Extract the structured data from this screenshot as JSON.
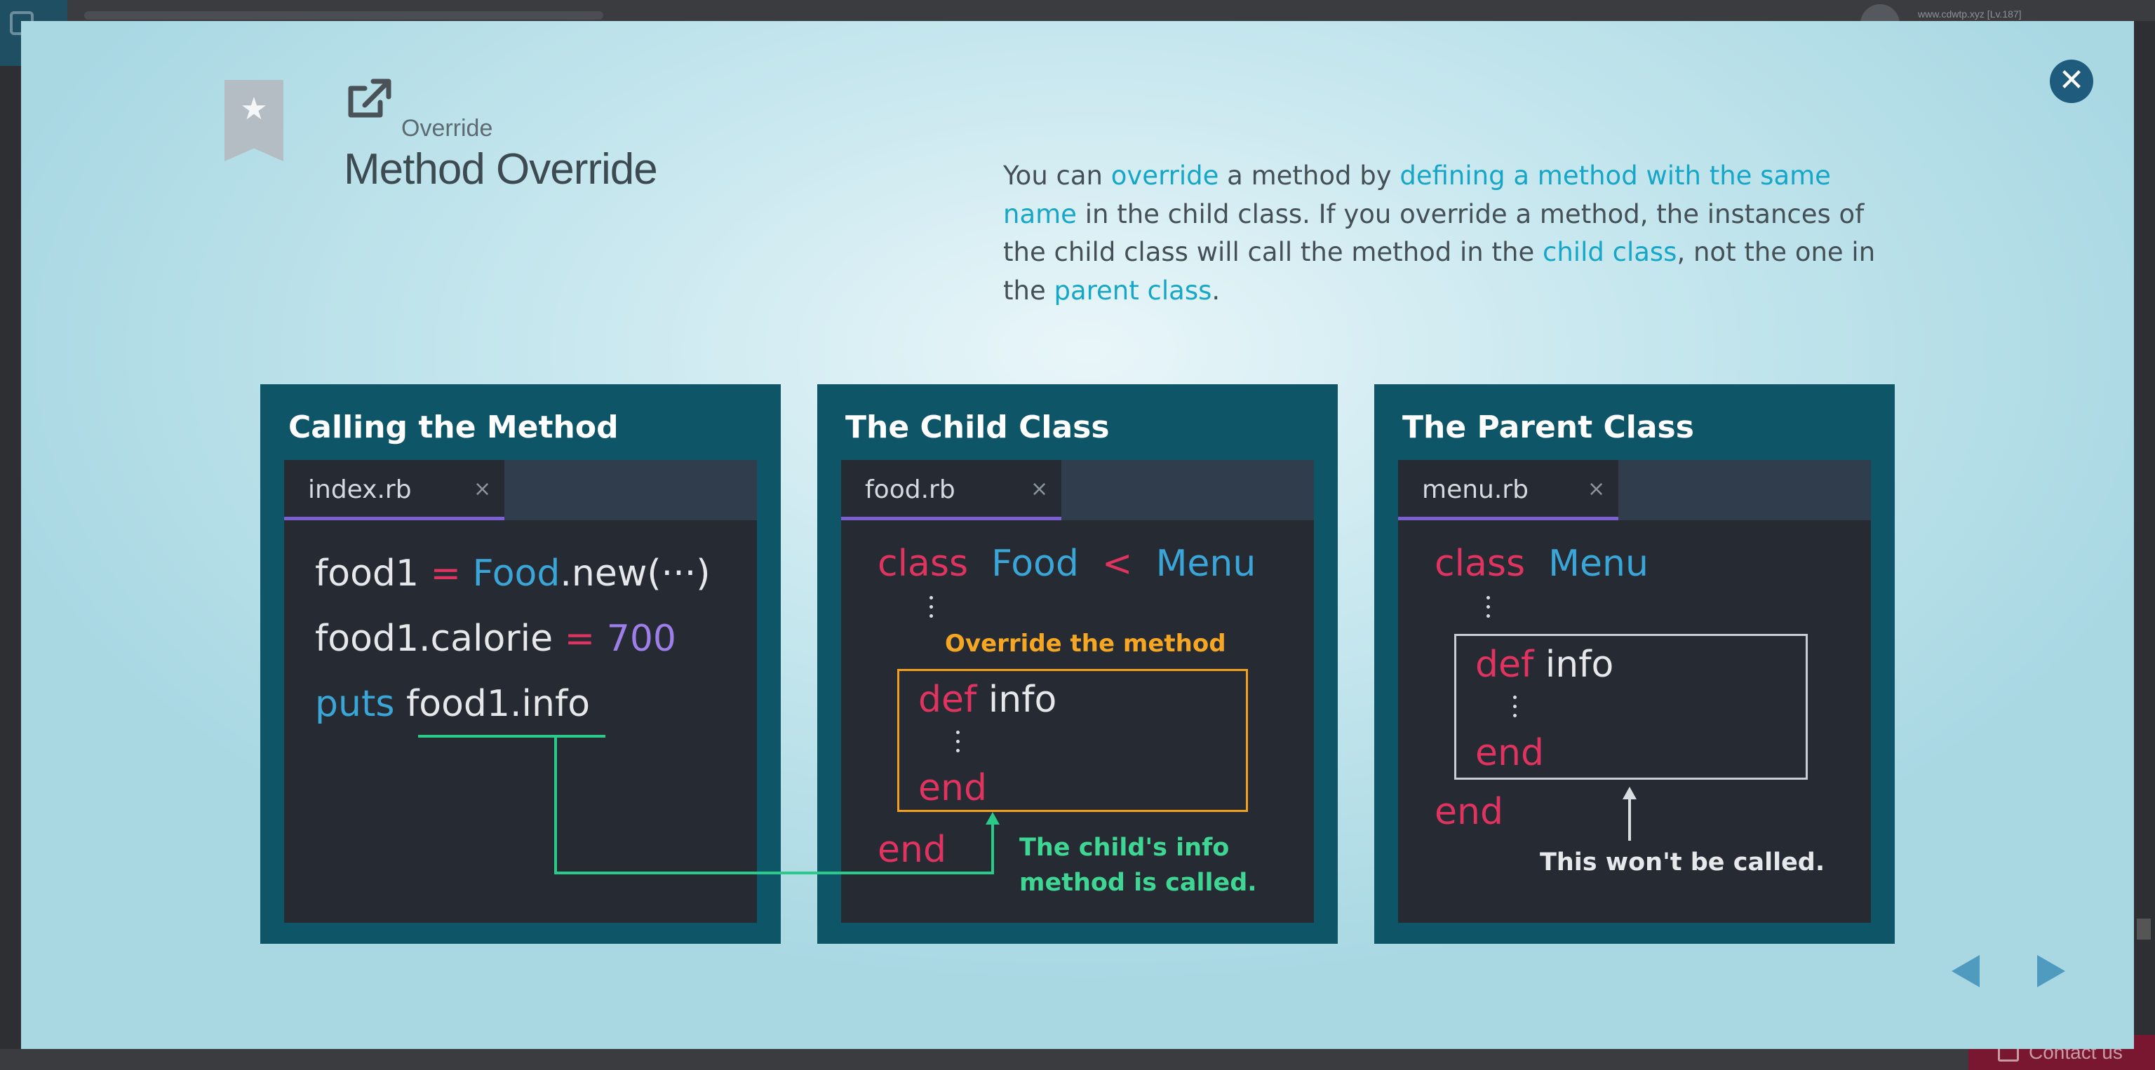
{
  "background": {
    "url_text": "www.cdwtp.xyz [Lv.187]",
    "contact_label": "Contact us"
  },
  "modal": {
    "close_icon": "close-icon",
    "bookmark_icon": "star-bookmark-icon",
    "external_link_icon": "external-link-icon",
    "category_label": "Override",
    "title": "Method Override",
    "description": {
      "p1": "You can ",
      "h1": "override",
      "p2": " a method by ",
      "h2": "defining a method with the same name",
      "p3": " in the child class. If you override a method, the instances of the child class will call the method in the ",
      "h3": "child class",
      "p4": ", not the one in the ",
      "h4": "parent class",
      "p5": "."
    },
    "accent_color": "#16a6c7"
  },
  "panels": [
    {
      "title": "Calling the Method",
      "file": "index.rb",
      "close": "×",
      "code": {
        "l1_var": "food1",
        "l1_eq": " = ",
        "l1_cls": "Food",
        "l1_rest": ".new(···)",
        "l2_var": "food1.calorie",
        "l2_eq": " = ",
        "l2_num": "700",
        "l3_kw": "puts",
        "l3_call": "food1.info"
      }
    },
    {
      "title": "The Child Class",
      "file": "food.rb",
      "close": "×",
      "code": {
        "kw_class": "class",
        "cls": "Food",
        "lt": "<",
        "parent": "Menu",
        "def": "def",
        "method": "info",
        "end_inner": "end",
        "end_outer": "end"
      },
      "annotation_override": "Override the method",
      "annotation_called_l1": "The child's info",
      "annotation_called_l2": "method is called."
    },
    {
      "title": "The Parent Class",
      "file": "menu.rb",
      "close": "×",
      "code": {
        "kw_class": "class",
        "cls": "Menu",
        "def": "def",
        "method": "info",
        "end_inner": "end",
        "end_outer": "end"
      },
      "annotation_not_called": "This won't be called."
    }
  ],
  "navigation": {
    "prev_icon": "triangle-left-icon",
    "next_icon": "triangle-right-icon",
    "color": "#4f9bc0"
  }
}
